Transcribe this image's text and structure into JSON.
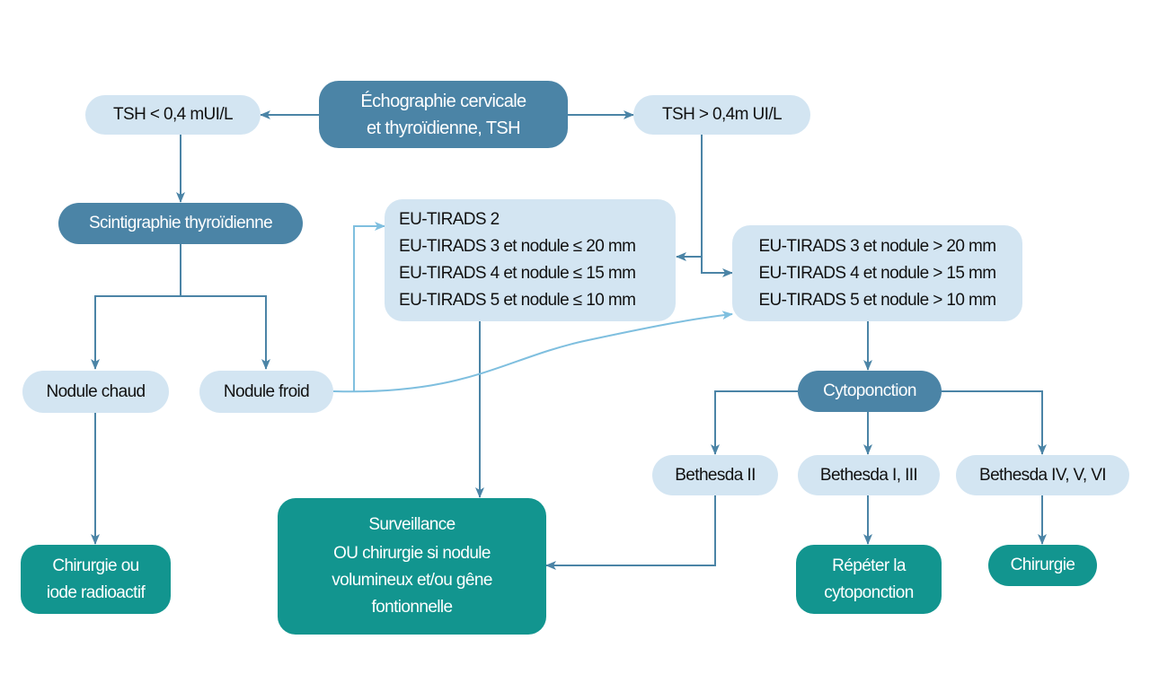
{
  "diagram": {
    "colors": {
      "start_node": "#4b84a6",
      "criteria_node": "#d3e5f2",
      "outcome_node": "#12958f",
      "arrow_dark": "#4b84a6",
      "arrow_light": "#7fbfdf"
    },
    "nodes": {
      "start": {
        "lines": [
          "Échographie cervicale",
          "et thyroïdienne, TSH"
        ]
      },
      "tsh_low": {
        "label": "TSH < 0,4 mUI/L"
      },
      "tsh_high": {
        "label": "TSH > 0,4m UI/L"
      },
      "scintigraphie": {
        "label": "Scintigraphie thyroïdienne"
      },
      "eutirads_low": {
        "lines": [
          "EU-TIRADS 2",
          "EU-TIRADS 3 et nodule ≤ 20 mm",
          "EU-TIRADS 4 et nodule ≤ 15 mm",
          "EU-TIRADS 5 et nodule ≤ 10 mm"
        ]
      },
      "eutirads_high": {
        "lines": [
          "EU-TIRADS 3 et nodule > 20 mm",
          "EU-TIRADS 4 et nodule > 15 mm",
          "EU-TIRADS 5 et nodule > 10 mm"
        ]
      },
      "nodule_chaud": {
        "label": "Nodule chaud"
      },
      "nodule_froid": {
        "label": "Nodule froid"
      },
      "cytoponction": {
        "label": "Cytoponction"
      },
      "bethesda_2": {
        "label": "Bethesda II"
      },
      "bethesda_1_3": {
        "label": "Bethesda I, III"
      },
      "bethesda_4_5_6": {
        "label": "Bethesda IV, V, VI"
      },
      "chirurgie_iode": {
        "lines": [
          "Chirurgie ou",
          "iode radioactif"
        ]
      },
      "surveillance": {
        "lines": [
          "Surveillance",
          "OU chirurgie si nodule",
          "volumineux et/ou gêne",
          "fontionnelle"
        ]
      },
      "repeter": {
        "lines": [
          "Répéter la",
          "cytoponction"
        ]
      },
      "chirurgie": {
        "label": "Chirurgie"
      }
    },
    "edges": [
      {
        "from": "start",
        "to": "tsh_low"
      },
      {
        "from": "start",
        "to": "tsh_high"
      },
      {
        "from": "tsh_low",
        "to": "scintigraphie"
      },
      {
        "from": "scintigraphie",
        "to": "nodule_chaud"
      },
      {
        "from": "scintigraphie",
        "to": "nodule_froid"
      },
      {
        "from": "tsh_high",
        "to": "eutirads_low"
      },
      {
        "from": "tsh_high",
        "to": "eutirads_high"
      },
      {
        "from": "nodule_froid",
        "to": "eutirads_low"
      },
      {
        "from": "nodule_froid",
        "to": "eutirads_high"
      },
      {
        "from": "nodule_chaud",
        "to": "chirurgie_iode"
      },
      {
        "from": "eutirads_low",
        "to": "surveillance"
      },
      {
        "from": "eutirads_high",
        "to": "cytoponction"
      },
      {
        "from": "cytoponction",
        "to": "bethesda_2"
      },
      {
        "from": "cytoponction",
        "to": "bethesda_1_3"
      },
      {
        "from": "cytoponction",
        "to": "bethesda_4_5_6"
      },
      {
        "from": "bethesda_2",
        "to": "surveillance"
      },
      {
        "from": "bethesda_1_3",
        "to": "repeter"
      },
      {
        "from": "bethesda_4_5_6",
        "to": "chirurgie"
      }
    ]
  }
}
